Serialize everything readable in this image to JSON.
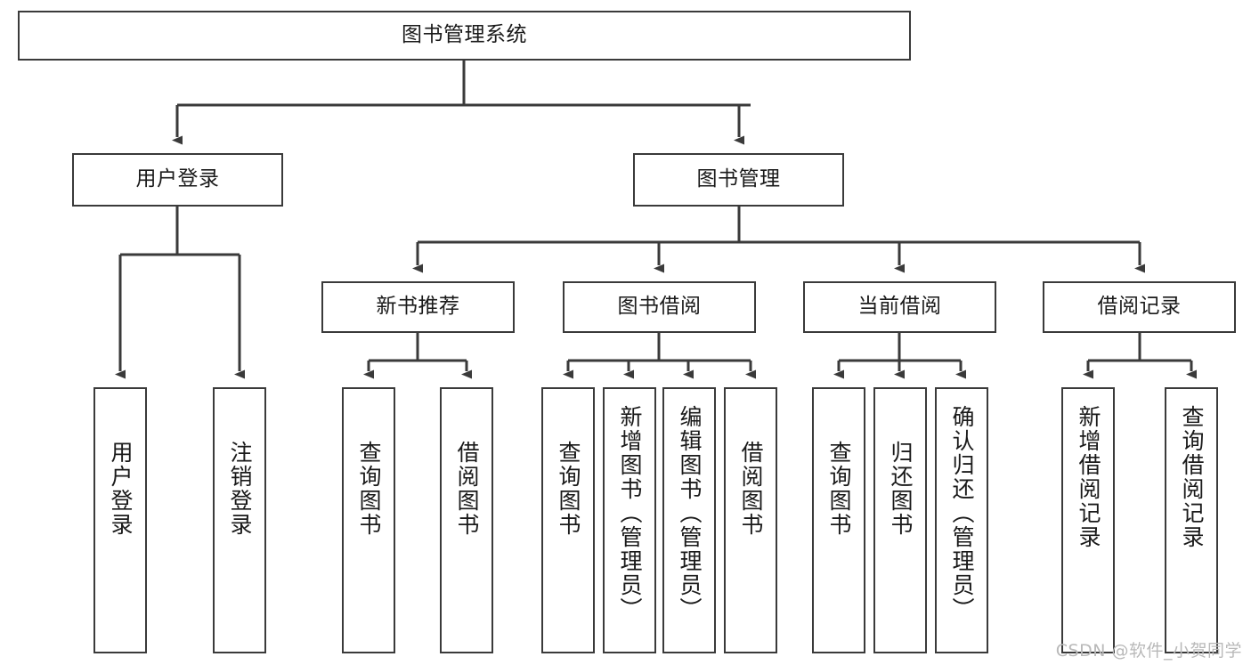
{
  "diagram": {
    "title": "图书管理系统",
    "watermark": "CSDN @软件_小贺同学",
    "stroke_color": "#3a3a3a",
    "background_color": "#ffffff",
    "text_color": "#1a1a1a",
    "watermark_color": "#b9b9b9",
    "levels": {
      "root": {
        "label": "图书管理系统"
      },
      "level2": [
        {
          "label": "用户登录"
        },
        {
          "label": "图书管理"
        }
      ],
      "level3": [
        {
          "label": "新书推荐"
        },
        {
          "label": "图书借阅"
        },
        {
          "label": "当前借阅"
        },
        {
          "label": "借阅记录"
        }
      ],
      "leaves": {
        "user_login": [
          {
            "label": "用户登录"
          },
          {
            "label": "注销登录"
          }
        ],
        "new_book_recommend": [
          {
            "label": "查询图书"
          },
          {
            "label": "借阅图书"
          }
        ],
        "book_borrow": [
          {
            "label": "查询图书"
          },
          {
            "label": "新增图书（管理员）"
          },
          {
            "label": "编辑图书（管理员）"
          },
          {
            "label": "借阅图书"
          }
        ],
        "current_borrow": [
          {
            "label": "查询图书"
          },
          {
            "label": "归还图书"
          },
          {
            "label": "确认归还（管理员）"
          }
        ],
        "borrow_record": [
          {
            "label": "新增借阅记录"
          },
          {
            "label": "查询借阅记录"
          }
        ]
      }
    }
  }
}
